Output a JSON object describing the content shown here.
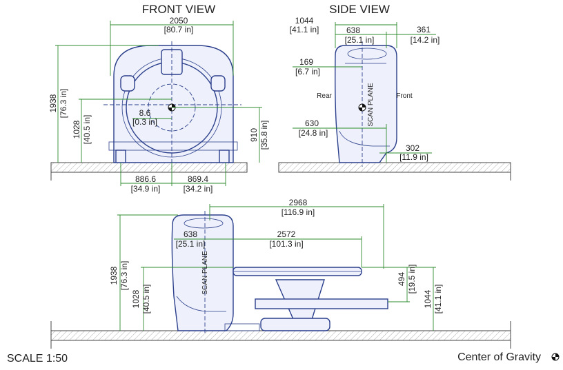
{
  "titles": {
    "front": "FRONT VIEW",
    "side": "SIDE VIEW"
  },
  "front": {
    "width_mm": "2050",
    "width_in": "[80.7 in]",
    "height_mm": "1938",
    "height_in": "[76.3 in]",
    "cog_mm": "1028",
    "cog_in": "[40.5 in]",
    "offset_mm": "8.6",
    "offset_in": "[0.3 in]",
    "iso_mm": "910",
    "iso_in": "[35.8 in]",
    "left_mm": "886.6",
    "left_in": "[34.9 in]",
    "right_mm": "869.4",
    "right_in": "[34.2 in]"
  },
  "side": {
    "depth_mm": "1044",
    "depth_in": "[41.1 in]",
    "gantry_mm": "638",
    "gantry_in": "[25.1 in]",
    "front_mm": "361",
    "front_in": "[14.2 in]",
    "scan_mm": "169",
    "scan_in": "[6.7 in]",
    "base_mm": "630",
    "base_in": "[24.8 in]",
    "foot_mm": "302",
    "foot_in": "[11.9 in]",
    "rear": "Rear",
    "front_lbl": "Front",
    "scan_plane": "SCAN PLANE"
  },
  "bottom": {
    "length_mm": "2968",
    "length_in": "[116.9 in]",
    "gantry_mm": "638",
    "gantry_in": "[25.1 in]",
    "table_mm": "2572",
    "table_in": "[101.3 in]",
    "height_mm": "1938",
    "height_in": "[76.3 in]",
    "cog_mm": "1028",
    "cog_in": "[40.5 in]",
    "couch_mm": "494",
    "couch_in": "[19.5 in]",
    "couch_h_mm": "1044",
    "couch_h_in": "[41.1 in]",
    "scan_plane": "SCAN PLANE"
  },
  "footer": {
    "scale": "SCALE 1:50",
    "cog_legend": "Center of Gravity"
  }
}
